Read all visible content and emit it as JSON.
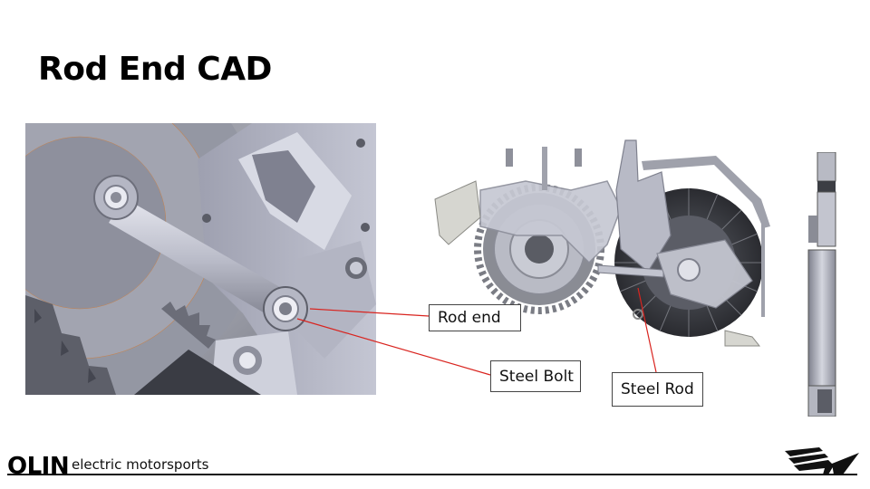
{
  "slide": {
    "title": "Rod End CAD"
  },
  "callouts": {
    "rod_end": "Rod end",
    "steel_bolt": "Steel Bolt",
    "steel_rod": "Steel Rod"
  },
  "footer": {
    "brand_bold": "OLIN",
    "brand_rest": "electric motorsports"
  },
  "colors": {
    "leader_line": "#d9241f",
    "metal_light": "#c8cad3",
    "metal_dark": "#7e8190"
  }
}
